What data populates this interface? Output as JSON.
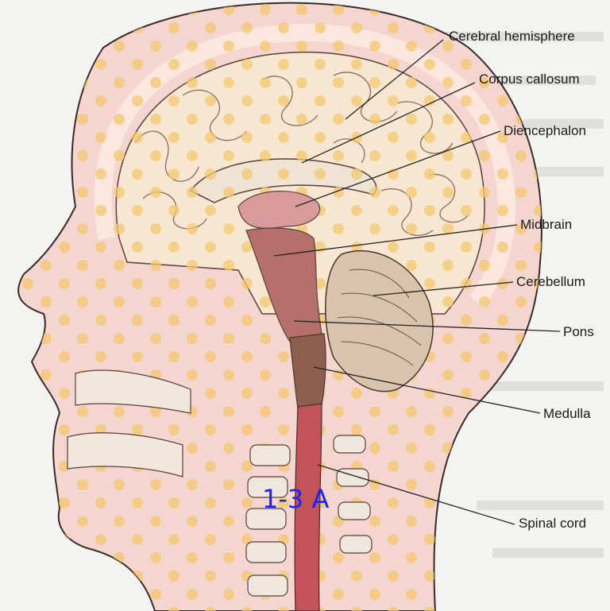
{
  "figure_label": "1-3 A",
  "labels": {
    "cerebral_hemisphere": "Cerebral hemisphere",
    "corpus_callosum": "Corpus callosum",
    "diencephalon": "Diencephalon",
    "midbrain": "Midbrain",
    "cerebellum": "Cerebellum",
    "pons": "Pons",
    "medulla": "Medulla",
    "spinal_cord": "Spinal cord"
  },
  "colors": {
    "skin": "#f5d5cf",
    "brain": "#f7e7d2",
    "dots": "#f2c86e",
    "brainstem": "#b5706c",
    "medulla": "#8e5f4e",
    "spinal_cord": "#c3525a",
    "label_blue": "#1c25e8",
    "page_background": "#f3f3f1"
  }
}
